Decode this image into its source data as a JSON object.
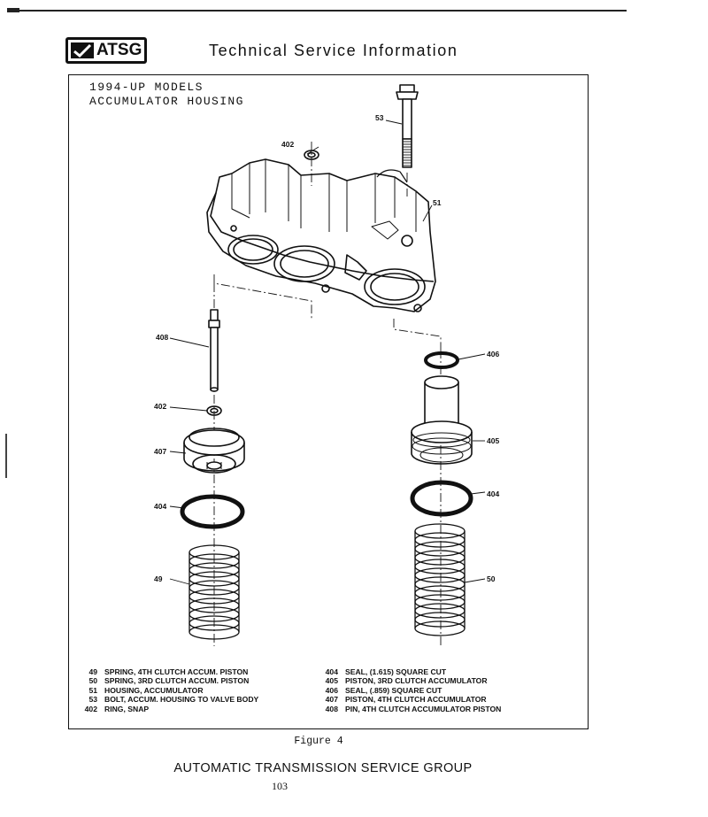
{
  "header": {
    "logo_text": "ATSG",
    "title": "Technical Service Information"
  },
  "diagram": {
    "title_line1": "1994-UP MODELS",
    "title_line2": "ACCUMULATOR HOUSING",
    "callouts": {
      "c53": "53",
      "c402_top": "402",
      "c51": "51",
      "c408": "408",
      "c406": "406",
      "c402_lower": "402",
      "c405": "405",
      "c407": "407",
      "c404_left": "404",
      "c404_right": "404",
      "c49": "49",
      "c50": "50"
    }
  },
  "legend": {
    "left": [
      {
        "num": "49",
        "desc": "SPRING, 4TH CLUTCH ACCUM. PISTON"
      },
      {
        "num": "50",
        "desc": "SPRING, 3RD CLUTCH ACCUM. PISTON"
      },
      {
        "num": "51",
        "desc": "HOUSING, ACCUMULATOR"
      },
      {
        "num": "53",
        "desc": "BOLT, ACCUM. HOUSING TO VALVE BODY"
      },
      {
        "num": "402",
        "desc": "RING, SNAP"
      }
    ],
    "right": [
      {
        "num": "404",
        "desc": "SEAL, (1.615) SQUARE CUT"
      },
      {
        "num": "405",
        "desc": "PISTON, 3RD CLUTCH ACCUMULATOR"
      },
      {
        "num": "406",
        "desc": "SEAL, (.859) SQUARE CUT"
      },
      {
        "num": "407",
        "desc": "PISTON, 4TH CLUTCH ACCUMULATOR"
      },
      {
        "num": "408",
        "desc": "PIN, 4TH CLUTCH ACCUMULATOR PISTON"
      }
    ]
  },
  "caption": "Figure 4",
  "footer": {
    "org": "AUTOMATIC TRANSMISSION SERVICE GROUP",
    "page": "103"
  }
}
